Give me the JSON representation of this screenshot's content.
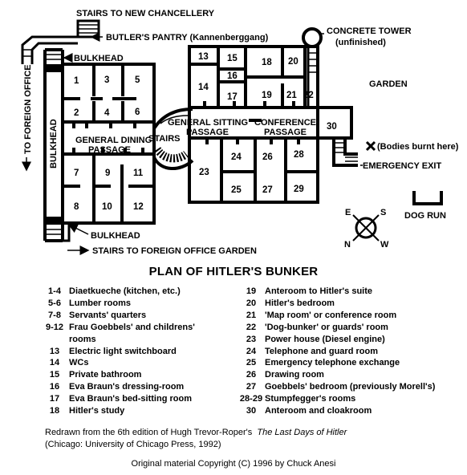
{
  "title": "PLAN OF HITLER'S BUNKER",
  "plan": {
    "labels": {
      "stairs_new_chancellery": "STAIRS TO NEW CHANCELLERY",
      "butlers_pantry": "BUTLER'S PANTRY (Kannenberggang)",
      "bulkhead_top": "BULKHEAD",
      "bulkhead_side": "BULKHEAD",
      "bulkhead_bottom": "BULKHEAD",
      "to_foreign_office": "TO FOREIGN OFFICE",
      "stairs_foreign_office_garden": "STAIRS TO FOREIGN OFFICE GARDEN",
      "concrete_tower": "CONCRETE TOWER",
      "unfinished": "(unfinished)",
      "garden": "GARDEN",
      "bodies_burnt": "(Bodies burnt here)",
      "emergency_exit": "EMERGENCY EXIT",
      "dog_run": "DOG RUN",
      "general_dining_1": "GENERAL DINING",
      "general_dining_2": "PASSAGE",
      "stairs": "STAIRS",
      "general_sitting_1": "GENERAL SITTING",
      "general_sitting_2": "PASSAGE",
      "conference_1": "CONFERENCE",
      "conference_2": "PASSAGE",
      "compass_e": "E",
      "compass_s": "S",
      "compass_n": "N",
      "compass_w": "W"
    },
    "rooms": {
      "r1": "1",
      "r2": "2",
      "r3": "3",
      "r4": "4",
      "r5": "5",
      "r6": "6",
      "r7": "7",
      "r8": "8",
      "r9": "9",
      "r10": "10",
      "r11": "11",
      "r12": "12",
      "r13": "13",
      "r14": "14",
      "r15": "15",
      "r16": "16",
      "r17": "17",
      "r18": "18",
      "r19": "19",
      "r20": "20",
      "r21": "21",
      "r22": "22",
      "r23": "23",
      "r24": "24",
      "r25": "25",
      "r26": "26",
      "r27": "27",
      "r28": "28",
      "r29": "29",
      "r30": "30"
    }
  },
  "legend_left": [
    {
      "key": "1-4",
      "text": "Diaetkueche  (kitchen, etc.)"
    },
    {
      "key": "5-6",
      "text": "Lumber rooms"
    },
    {
      "key": "7-8",
      "text": "Servants' quarters"
    },
    {
      "key": "9-12",
      "text": "Frau Goebbels' and childrens'"
    },
    {
      "key": "",
      "text": "rooms"
    },
    {
      "key": "13",
      "text": "Electric light switchboard"
    },
    {
      "key": "14",
      "text": "WCs"
    },
    {
      "key": "15",
      "text": "Private bathroom"
    },
    {
      "key": "16",
      "text": "Eva Braun's dressing-room"
    },
    {
      "key": "17",
      "text": "Eva Braun's bed-sitting room"
    },
    {
      "key": "18",
      "text": "Hitler's study"
    }
  ],
  "legend_right": [
    {
      "key": "19",
      "text": "Anteroom to Hitler's suite"
    },
    {
      "key": "20",
      "text": "Hitler's bedroom"
    },
    {
      "key": "21",
      "text": "'Map room' or conference room"
    },
    {
      "key": "22",
      "text": "'Dog-bunker' or guards' room"
    },
    {
      "key": "23",
      "text": "Power house (Diesel engine)"
    },
    {
      "key": "24",
      "text": "Telephone and guard room"
    },
    {
      "key": "25",
      "text": "Emergency telephone exchange"
    },
    {
      "key": "26",
      "text": "Drawing room"
    },
    {
      "key": "27",
      "text": "Goebbels' bedroom (previously Morell's)"
    },
    {
      "key": "28-29",
      "text": "Stumpfegger's rooms"
    },
    {
      "key": "30",
      "text": "Anteroom and cloakroom"
    }
  ],
  "credits": {
    "line1_prefix": "Redrawn from the 6th edition of Hugh Trevor-Roper's",
    "line1_book": "The Last Days of Hitler",
    "line2": "(Chicago: University of Chicago Press, 1992)",
    "line3": "Original material Copyright (C) 1996 by Chuck Anesi"
  }
}
